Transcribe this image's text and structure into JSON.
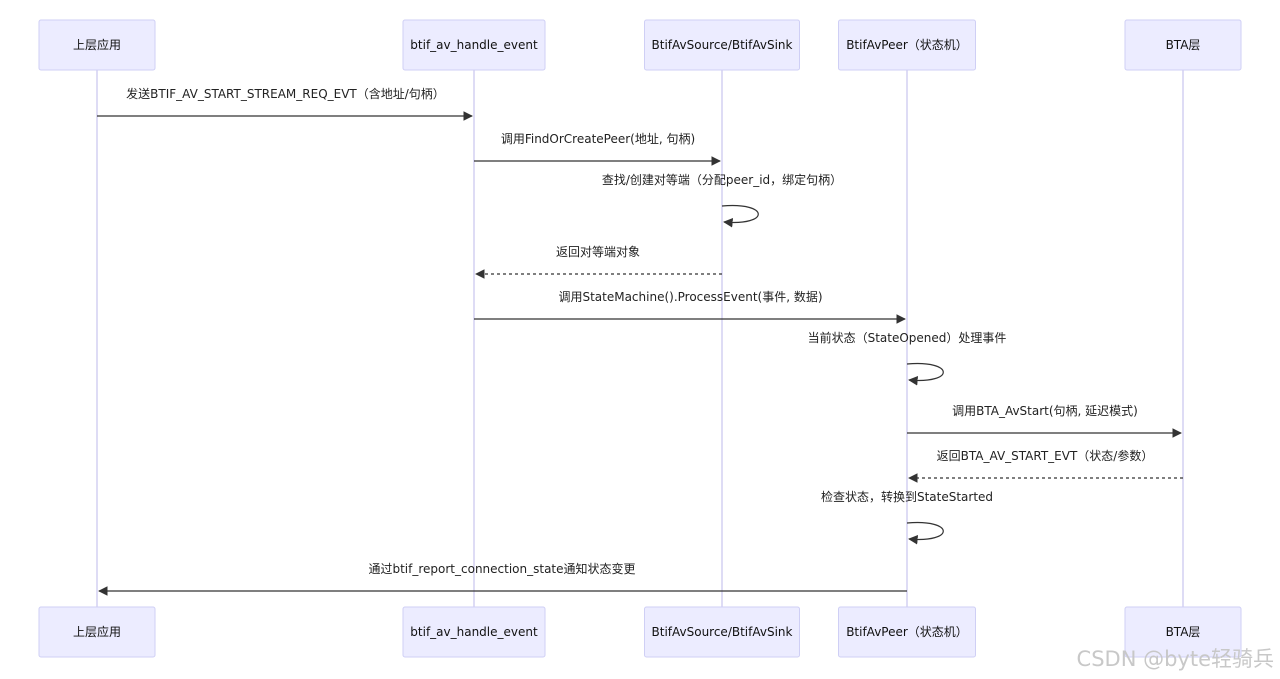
{
  "diagram": {
    "participants": [
      {
        "id": "app",
        "label": "上层应用"
      },
      {
        "id": "btif",
        "label": "btif_av_handle_event"
      },
      {
        "id": "src",
        "label": "BtifAvSource/BtifAvSink"
      },
      {
        "id": "peer",
        "label": "BtifAvPeer（状态机）"
      },
      {
        "id": "bta",
        "label": "BTA层"
      }
    ],
    "messages": [
      {
        "from": "app",
        "to": "btif",
        "kind": "solid",
        "label": "发送BTIF_AV_START_STREAM_REQ_EVT（含地址/句柄）"
      },
      {
        "from": "btif",
        "to": "src",
        "kind": "solid",
        "label": "调用FindOrCreatePeer(地址, 句柄)"
      },
      {
        "from": "src",
        "to": "src",
        "kind": "self",
        "label": "查找/创建对等端（分配peer_id，绑定句柄）"
      },
      {
        "from": "src",
        "to": "btif",
        "kind": "dashed",
        "label": "返回对等端对象"
      },
      {
        "from": "btif",
        "to": "peer",
        "kind": "solid",
        "label": "调用StateMachine().ProcessEvent(事件, 数据)"
      },
      {
        "from": "peer",
        "to": "peer",
        "kind": "self",
        "label": "当前状态（StateOpened）处理事件"
      },
      {
        "from": "peer",
        "to": "bta",
        "kind": "solid",
        "label": "调用BTA_AvStart(句柄, 延迟模式)"
      },
      {
        "from": "bta",
        "to": "peer",
        "kind": "dashed",
        "label": "返回BTA_AV_START_EVT（状态/参数）"
      },
      {
        "from": "peer",
        "to": "peer",
        "kind": "self",
        "label": "检查状态，转换到StateStarted"
      },
      {
        "from": "peer",
        "to": "app",
        "kind": "solid",
        "label": "通过btif_report_connection_state通知状态变更"
      }
    ]
  },
  "watermark": "CSDN @byte轻骑兵"
}
